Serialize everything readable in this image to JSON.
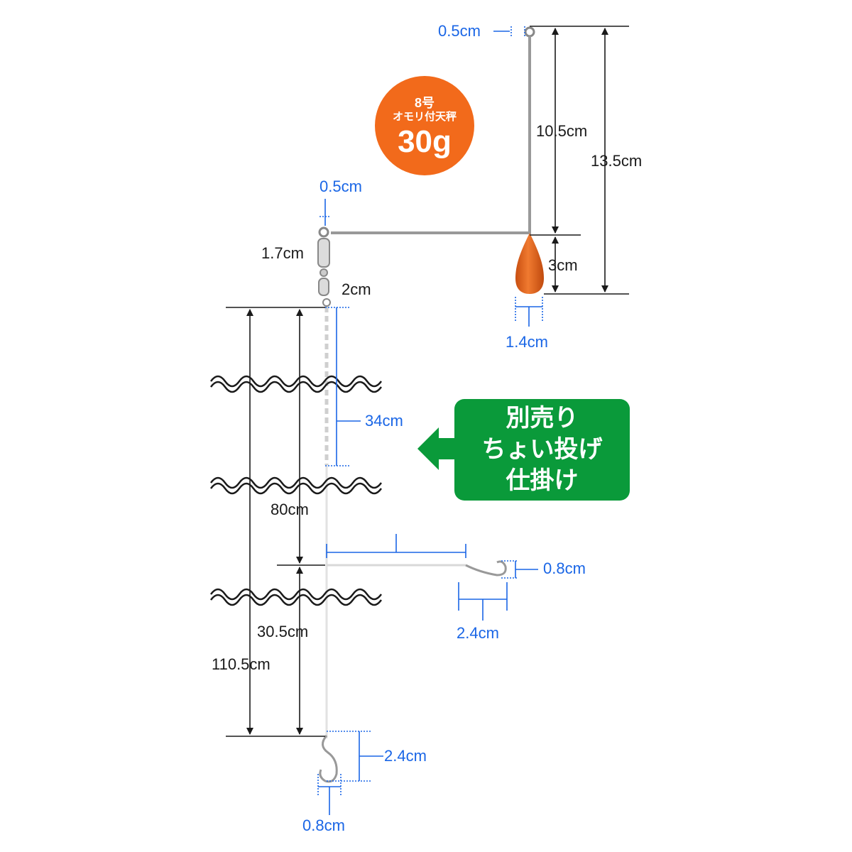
{
  "badge": {
    "line1": "8号",
    "line2": "オモリ付天秤",
    "weight": "30g",
    "color": "#f26a1b"
  },
  "callout": {
    "line1": "別売り",
    "line2": "ちょい投げ",
    "line3": "仕掛け",
    "color": "#0a9a3a"
  },
  "colors": {
    "dimension_black": "#1a1a1a",
    "dimension_blue": "#1a66e6",
    "sinker": "#e8621a",
    "wire": "#999999"
  },
  "dimensions": {
    "eye_top": "0.5cm",
    "arm_vertical": "10.5cm",
    "total_height": "13.5cm",
    "swivel_eye": "0.5cm",
    "swivel_length": "1.7cm",
    "swivel_gap": "2cm",
    "sinker_length": "3cm",
    "sinker_width": "1.4cm",
    "leader": "34cm",
    "upper_section": "80cm",
    "branch_hook_gap": "0.8cm",
    "branch_hook_length": "2.4cm",
    "lower_section": "30.5cm",
    "total_rig": "110.5cm",
    "bottom_hook_length": "2.4cm",
    "bottom_hook_gap": "0.8cm"
  }
}
